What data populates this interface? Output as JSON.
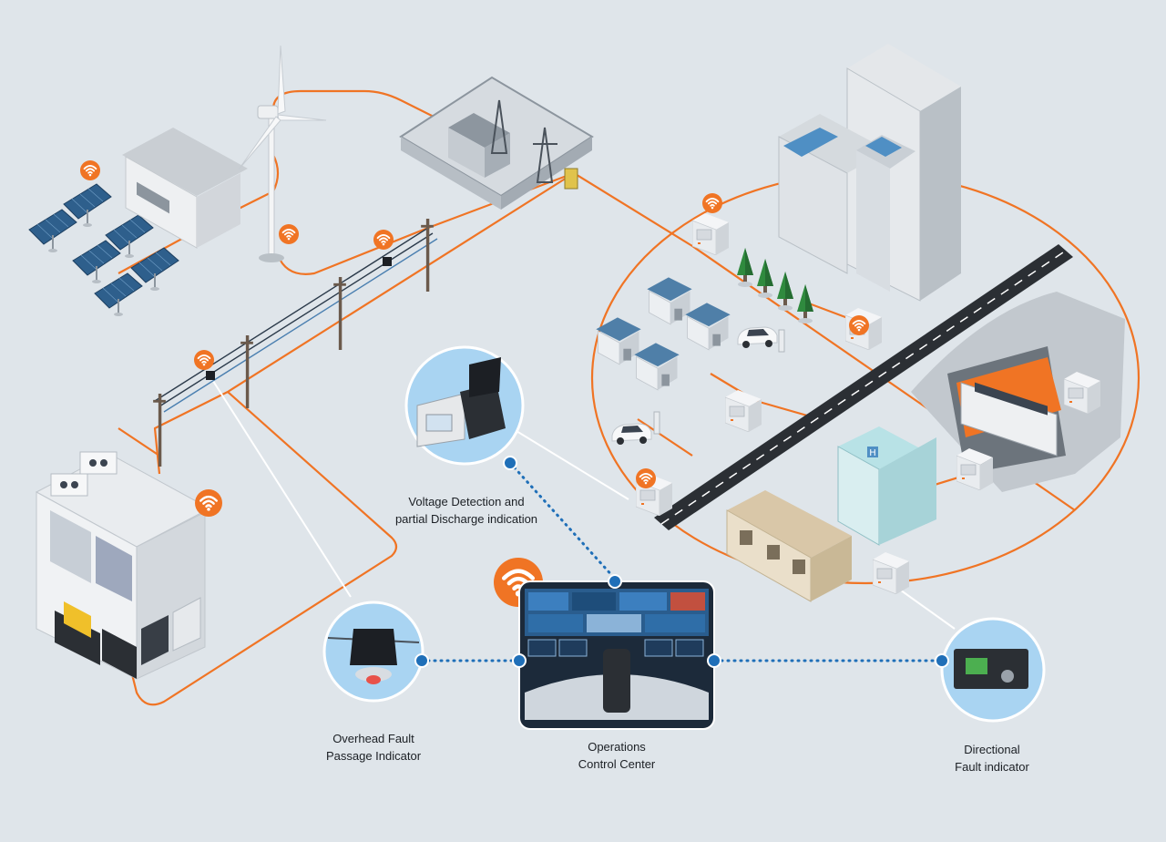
{
  "labels": {
    "voltage_detection": [
      "Voltage Detection and",
      "partial Discharge indication"
    ],
    "overhead_fault": [
      "Overhead Fault",
      "Passage Indicator"
    ],
    "operations": [
      "Operations",
      "Control Center"
    ],
    "directional_fault": [
      "Directional",
      "Fault indicator"
    ]
  },
  "colors": {
    "background": "#dfe5ea",
    "power_line": "#f07424",
    "comm_link": "#1f6fb8",
    "wifi_badge": "#f07424",
    "callout_circle": "#a9d4f2",
    "solar_panel": "#2e5f8c"
  },
  "icons": [
    "wifi-icon",
    "wind-turbine-icon",
    "solar-panel-icon",
    "substation-icon",
    "building-icon",
    "hospital-icon",
    "factory-icon",
    "train-icon",
    "ev-charger-icon",
    "fault-indicator-icon"
  ]
}
